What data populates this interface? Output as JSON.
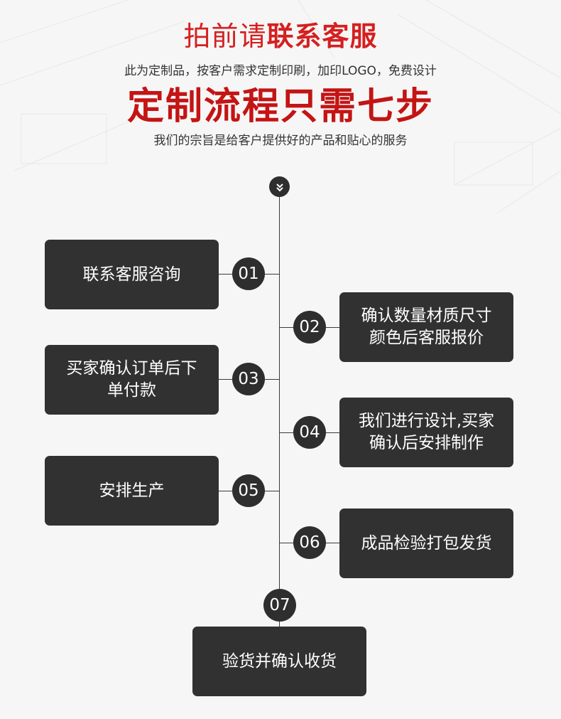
{
  "header": {
    "cta_light": "拍前请",
    "cta_bold": "联系客服",
    "subtitle": "此为定制品，按客户需求定制印刷，加印LOGO，免费设计",
    "main_title": "定制流程只需七步",
    "tagline": "我们的宗旨是给客户提供好的产品和贴心的服务"
  },
  "icons": {
    "top_node": "chevron-double-down-icon"
  },
  "colors": {
    "accent": "#c41414",
    "box": "#313131",
    "line": "#3a3a3a",
    "background": "#f6f6f6"
  },
  "steps": [
    {
      "num": "01",
      "label": "联系客服咨询"
    },
    {
      "num": "02",
      "label": "确认数量材质尺寸\n颜色后客服报价"
    },
    {
      "num": "03",
      "label": "买家确认订单后下\n单付款"
    },
    {
      "num": "04",
      "label": "我们进行设计,买家\n确认后安排制作"
    },
    {
      "num": "05",
      "label": "安排生产"
    },
    {
      "num": "06",
      "label": "成品检验打包发货"
    },
    {
      "num": "07",
      "label": "验货并确认收货"
    }
  ]
}
